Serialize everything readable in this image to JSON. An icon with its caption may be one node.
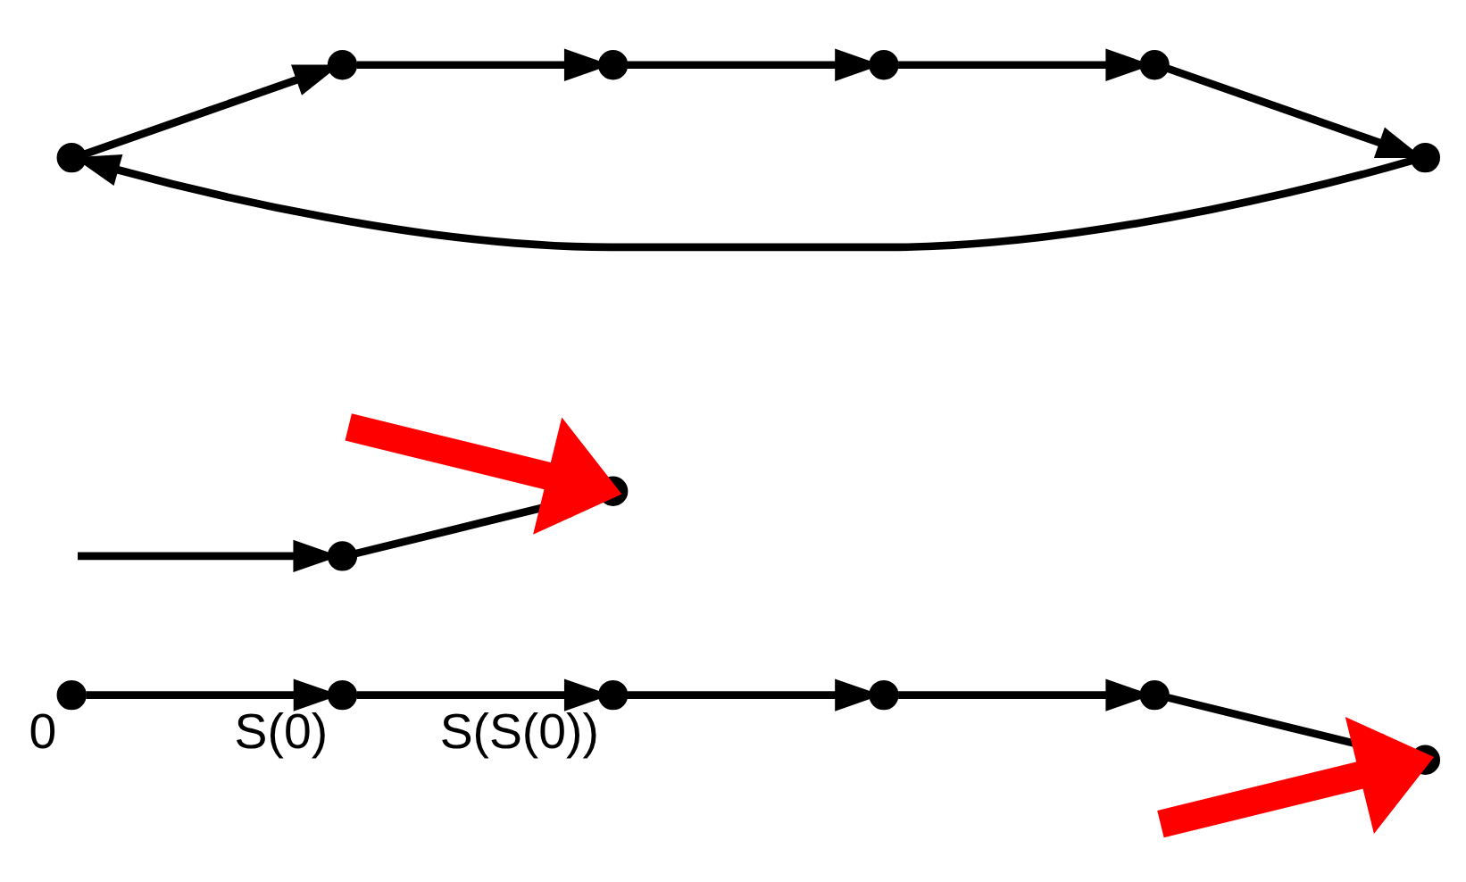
{
  "diagram": {
    "nodes": [
      {
        "text": [],
        "shape": "dot",
        "beside": [
          "0"
        ]
      },
      {
        "text": [],
        "shape": "dot",
        "beside": [
          "S(0)"
        ]
      },
      {
        "text": [],
        "shape": "dot",
        "beside": [
          "S(S(0))"
        ]
      },
      {
        "text": [],
        "shape": "dot"
      },
      {
        "text": [],
        "shape": "dot"
      },
      {
        "text": [],
        "shape": "dot"
      },
      {
        "text": [],
        "shape": "dot"
      },
      {
        "text": [],
        "shape": "dot"
      },
      {
        "text": [],
        "shape": "dot"
      },
      {
        "text": [],
        "shape": "dot"
      },
      {
        "text": [],
        "shape": "dot"
      },
      {
        "text": [],
        "shape": "dot"
      },
      {
        "text": [],
        "shape": "dot"
      },
      {
        "text": [],
        "shape": "dot"
      }
    ],
    "edges": [
      {
        "from": 0,
        "to": 1,
        "arrow": "to"
      },
      {
        "from": 1,
        "to": 2,
        "arrow": "to"
      },
      {
        "from": 2,
        "to": 3,
        "arrow": "to"
      },
      {
        "from": 3,
        "to": 4,
        "arrow": "to"
      },
      {
        "from": 4,
        "to": 5,
        "arrow": "to"
      },
      {
        "from": null,
        "to": 5,
        "arrow": "to",
        "style": "thick",
        "color": "#ff0000"
      },
      {
        "from": null,
        "to": 6,
        "arrow": "to"
      },
      {
        "from": 6,
        "to": 7,
        "arrow": "to"
      },
      {
        "from": null,
        "to": 7,
        "arrow": "to",
        "style": "thick",
        "color": "#ff0000"
      },
      {
        "from": 8,
        "to": 9,
        "arrow": "to"
      },
      {
        "from": 9,
        "to": 11,
        "arrow": "to"
      },
      {
        "from": 11,
        "to": 13,
        "arrow": "to"
      },
      {
        "from": 13,
        "to": 12,
        "arrow": "to"
      },
      {
        "from": 12,
        "to": 10,
        "arrow": "to"
      },
      {
        "from": 10,
        "to": 8,
        "arrow": "to"
      }
    ]
  }
}
